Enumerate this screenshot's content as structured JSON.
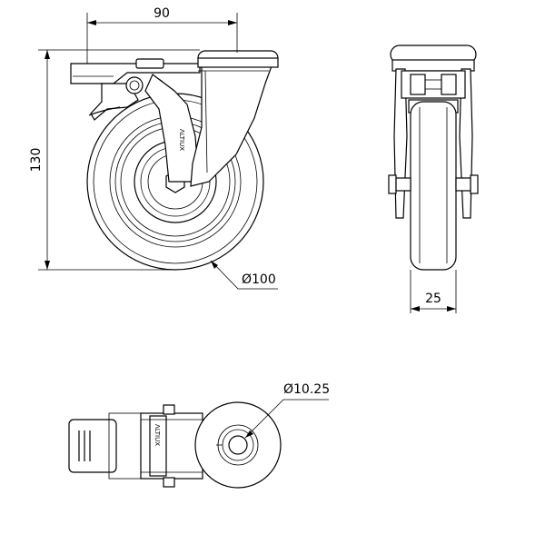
{
  "dimensions": {
    "width": "90",
    "height": "130",
    "wheel_diameter": "Ø100",
    "wheel_width": "25",
    "bolt_hole": "Ø10.25"
  },
  "branding": {
    "front_mark": "ΛLTIUX",
    "bottom_mark": "ΛLTIUX"
  },
  "colors": {
    "line": "#000000",
    "background": "#ffffff"
  }
}
